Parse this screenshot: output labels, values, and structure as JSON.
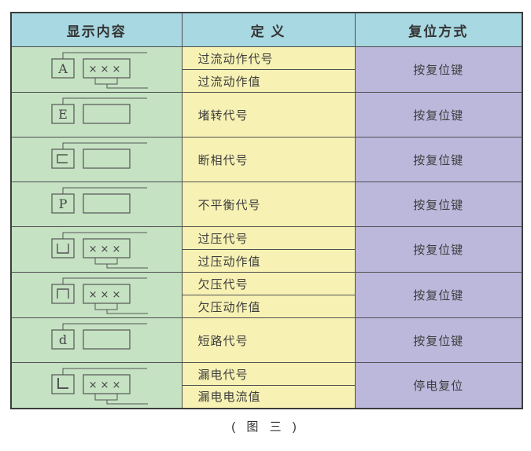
{
  "table": {
    "headers": [
      {
        "label": "显示内容"
      },
      {
        "label": "定 义"
      },
      {
        "label": "复位方式"
      }
    ],
    "rows": [
      {
        "icon": {
          "code": "A",
          "style": "letter",
          "value_box": "×××"
        },
        "definitions": [
          "过流动作代号",
          "过流动作值"
        ],
        "reset": "按复位键"
      },
      {
        "icon": {
          "code": "E",
          "style": "letter",
          "value_box": ""
        },
        "definitions": [
          "堵转代号"
        ],
        "reset": "按复位键"
      },
      {
        "icon": {
          "code": "c",
          "style": "segment-open-right",
          "value_box": ""
        },
        "definitions": [
          "断相代号"
        ],
        "reset": "按复位键"
      },
      {
        "icon": {
          "code": "P",
          "style": "letter",
          "value_box": ""
        },
        "definitions": [
          "不平衡代号"
        ],
        "reset": "按复位键"
      },
      {
        "icon": {
          "code": "凵",
          "style": "segment-open-top",
          "value_box": "×××"
        },
        "definitions": [
          "过压代号",
          "过压动作值"
        ],
        "reset": "按复位键"
      },
      {
        "icon": {
          "code": "冂",
          "style": "segment-open-bottom",
          "value_box": "×××"
        },
        "definitions": [
          "欠压代号",
          "欠压动作值"
        ],
        "reset": "按复位键"
      },
      {
        "icon": {
          "code": "d",
          "style": "letter",
          "value_box": ""
        },
        "definitions": [
          "短路代号"
        ],
        "reset": "按复位键"
      },
      {
        "icon": {
          "code": "L",
          "style": "segment-L",
          "value_box": "×××"
        },
        "definitions": [
          "漏电代号",
          "漏电电流值"
        ],
        "reset": "停电复位"
      }
    ]
  },
  "caption": "( 图 三 )",
  "colors": {
    "header_bg": "#a8d8e2",
    "display_column_bg": "#c5e2c3",
    "definition_column_bg": "#f7f2b4",
    "reset_column_bg": "#bcb8dc",
    "outer_border": "#3c3c3c",
    "inner_border": "#4f4f4f"
  }
}
